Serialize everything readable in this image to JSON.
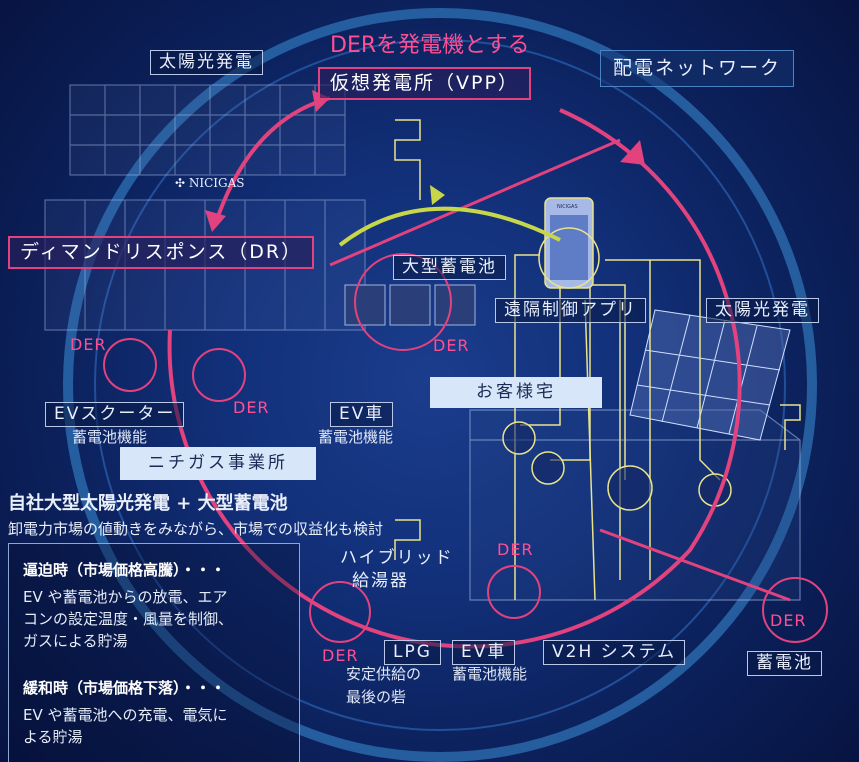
{
  "vpp": {
    "title": "DERを発電機とする",
    "label": "仮想発電所（VPP）"
  },
  "distribution_network": "配電ネットワーク",
  "demand_response": "ディマンドリスポンス（DR）",
  "solar_top": "太陽光発電",
  "solar_right": "太陽光発電",
  "large_battery": "大型蓄電池",
  "remote_app": "遠隔制御アプリ",
  "brand": "✣ NICIGAS",
  "app_brand": "NICIGAS",
  "customer_home": "お客様宅",
  "der": "DER",
  "ev_scooter": {
    "label": "EVスクーター",
    "sub": "蓄電池機能"
  },
  "ev_car": {
    "label": "EV車",
    "sub": "蓄電池機能"
  },
  "office": "ニチガス事業所",
  "headline": "自社大型太陽光発電 + 大型蓄電池",
  "subline": "卸電力市場の値動きをみながら、市場での収益化も検討",
  "panel": {
    "tight_title": "逼迫時（市場価格高騰）・・・",
    "tight_lines": [
      "EV や蓄電池からの放電、エア",
      "コンの設定温度・風量を制御、",
      "ガスによる貯湯"
    ],
    "relief_title": "緩和時（市場価格下落）・・・",
    "relief_lines": [
      "EV や蓄電池への充電、電気に",
      "よる貯湯"
    ]
  },
  "hybrid_heater": {
    "line1": "ハイブリッド",
    "line2": "給湯器"
  },
  "lpg": {
    "label": "LPG",
    "sub1": "安定供給の",
    "sub2": "最後の砦"
  },
  "ev_car2": {
    "label": "EV車",
    "sub": "蓄電池機能"
  },
  "v2h": "V2H システム",
  "battery": "蓄電池",
  "colors": {
    "pink": "#e2427e",
    "outer_ring": "#4aa9e6",
    "lime": "#c8d64a",
    "yellow_wire": "#e8e38c",
    "background": "#0b1f58"
  }
}
